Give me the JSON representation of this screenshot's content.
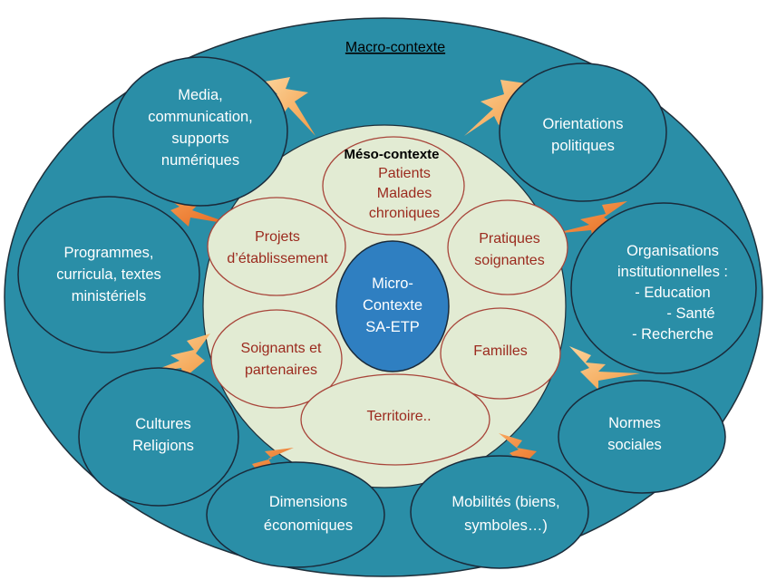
{
  "diagram": {
    "macro_title": "Macro-contexte",
    "meso_title": "Méso-contexte",
    "micro": [
      "Micro-",
      "Contexte",
      "SA-ETP"
    ],
    "outer_nodes": {
      "media": [
        "Media,",
        "communication,",
        "supports",
        "numériques"
      ],
      "orientations": [
        "Orientations",
        "politiques"
      ],
      "programmes": [
        "Programmes,",
        "curricula, textes",
        "ministériels"
      ],
      "organisations": [
        "Organisations",
        "institutionnelles :",
        "- Education",
        "- Santé",
        "-    Recherche"
      ],
      "cultures": [
        "Cultures",
        "Religions"
      ],
      "normes": [
        "Normes",
        "sociales"
      ],
      "dimensions": [
        "Dimensions",
        "économiques"
      ],
      "mobilites": [
        "Mobilités (biens,",
        "symboles…)"
      ]
    },
    "meso_nodes": {
      "patients": [
        "Patients",
        "Malades",
        "chroniques"
      ],
      "projets": [
        "Projets",
        "d’établissement"
      ],
      "pratiques": [
        "Pratiques",
        "soignantes"
      ],
      "soignants": [
        "Soignants et",
        "partenaires"
      ],
      "familles": [
        "Familles"
      ],
      "territoire": [
        "Territoire.."
      ]
    },
    "colors": {
      "macro_fill": "#2a8ea7",
      "meso_fill": "#e2ebd3",
      "meso_stroke": "#a8453a",
      "micro_fill": "#2f7fc1",
      "outer_node_stroke": "#1a2a3a",
      "bolt_fill": "#f4a64a",
      "bolt_dark": "#e9782a"
    }
  }
}
